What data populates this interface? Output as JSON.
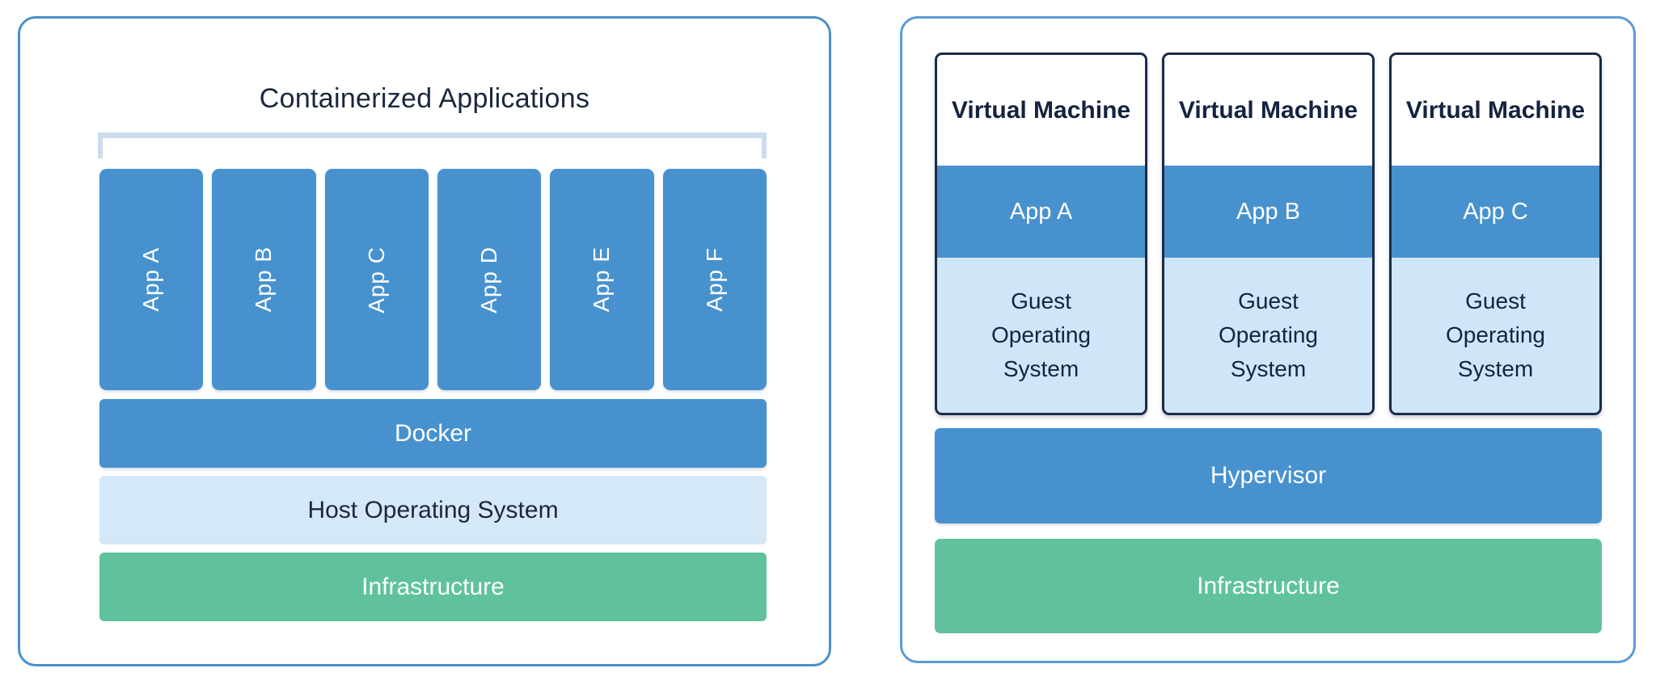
{
  "colors": {
    "panel_border_left": "#4a90c9",
    "panel_border_right": "#5b9bd5",
    "bar_blue": "#4792ce",
    "host_os_blue": "#d4e8f8",
    "guest_os_blue": "#cfe6f8",
    "bracket_blue": "#cddcf0",
    "infrastructure_green": "#5fc29c",
    "vm_border_navy": "#1b2b4a",
    "text_navy": "#1b2740",
    "text_white": "#ffffff"
  },
  "left_panel": {
    "title": "Containerized Applications",
    "apps": [
      "App A",
      "App B",
      "App C",
      "App D",
      "App E",
      "App F"
    ],
    "layers": {
      "docker": "Docker",
      "host_os": "Host Operating System",
      "infrastructure": "Infrastructure"
    }
  },
  "right_panel": {
    "vms": [
      {
        "title": "Virtual Machine",
        "app": "App A",
        "os": "Guest Operating System"
      },
      {
        "title": "Virtual Machine",
        "app": "App B",
        "os": "Guest Operating System"
      },
      {
        "title": "Virtual Machine",
        "app": "App C",
        "os": "Guest Operating System"
      }
    ],
    "layers": {
      "hypervisor": "Hypervisor",
      "infrastructure": "Infrastructure"
    }
  }
}
